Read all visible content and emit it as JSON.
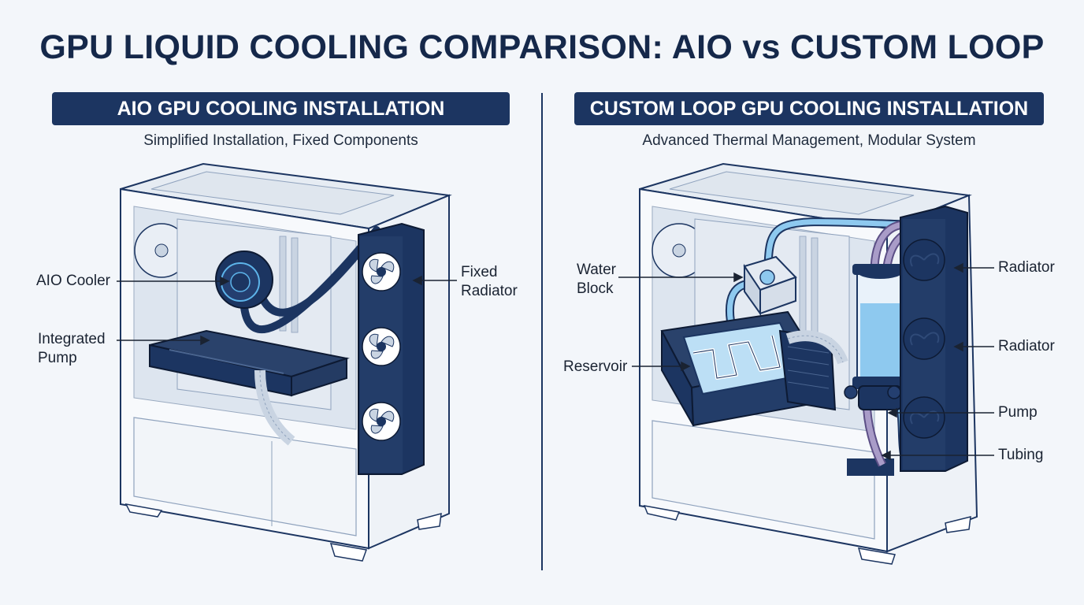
{
  "title": "GPU LIQUID COOLING COMPARISON: AIO vs CUSTOM LOOP",
  "colors": {
    "navy": "#1c3561",
    "dark_navy": "#15284a",
    "coolant_blue": "#8ec9ef",
    "tube_lavender": "#a99cc8",
    "background": "#f3f6fa"
  },
  "left_panel": {
    "header": "AIO GPU COOLING INSTALLATION",
    "subtitle": "Simplified Installation, Fixed Components",
    "labels": {
      "aio_cooler": "AIO Cooler",
      "integrated_pump": "Integrated\nPump",
      "fixed_radiator": "Fixed\nRadiator"
    }
  },
  "right_panel": {
    "header": "CUSTOM LOOP GPU COOLING INSTALLATION",
    "subtitle": "Advanced Thermal Management, Modular System",
    "labels": {
      "water_block": "Water\nBlock",
      "reservoir": "Reservoir",
      "radiator_top": "Radiator",
      "radiator_bottom": "Radiator",
      "pump": "Pump",
      "tubing": "Tubing"
    }
  }
}
